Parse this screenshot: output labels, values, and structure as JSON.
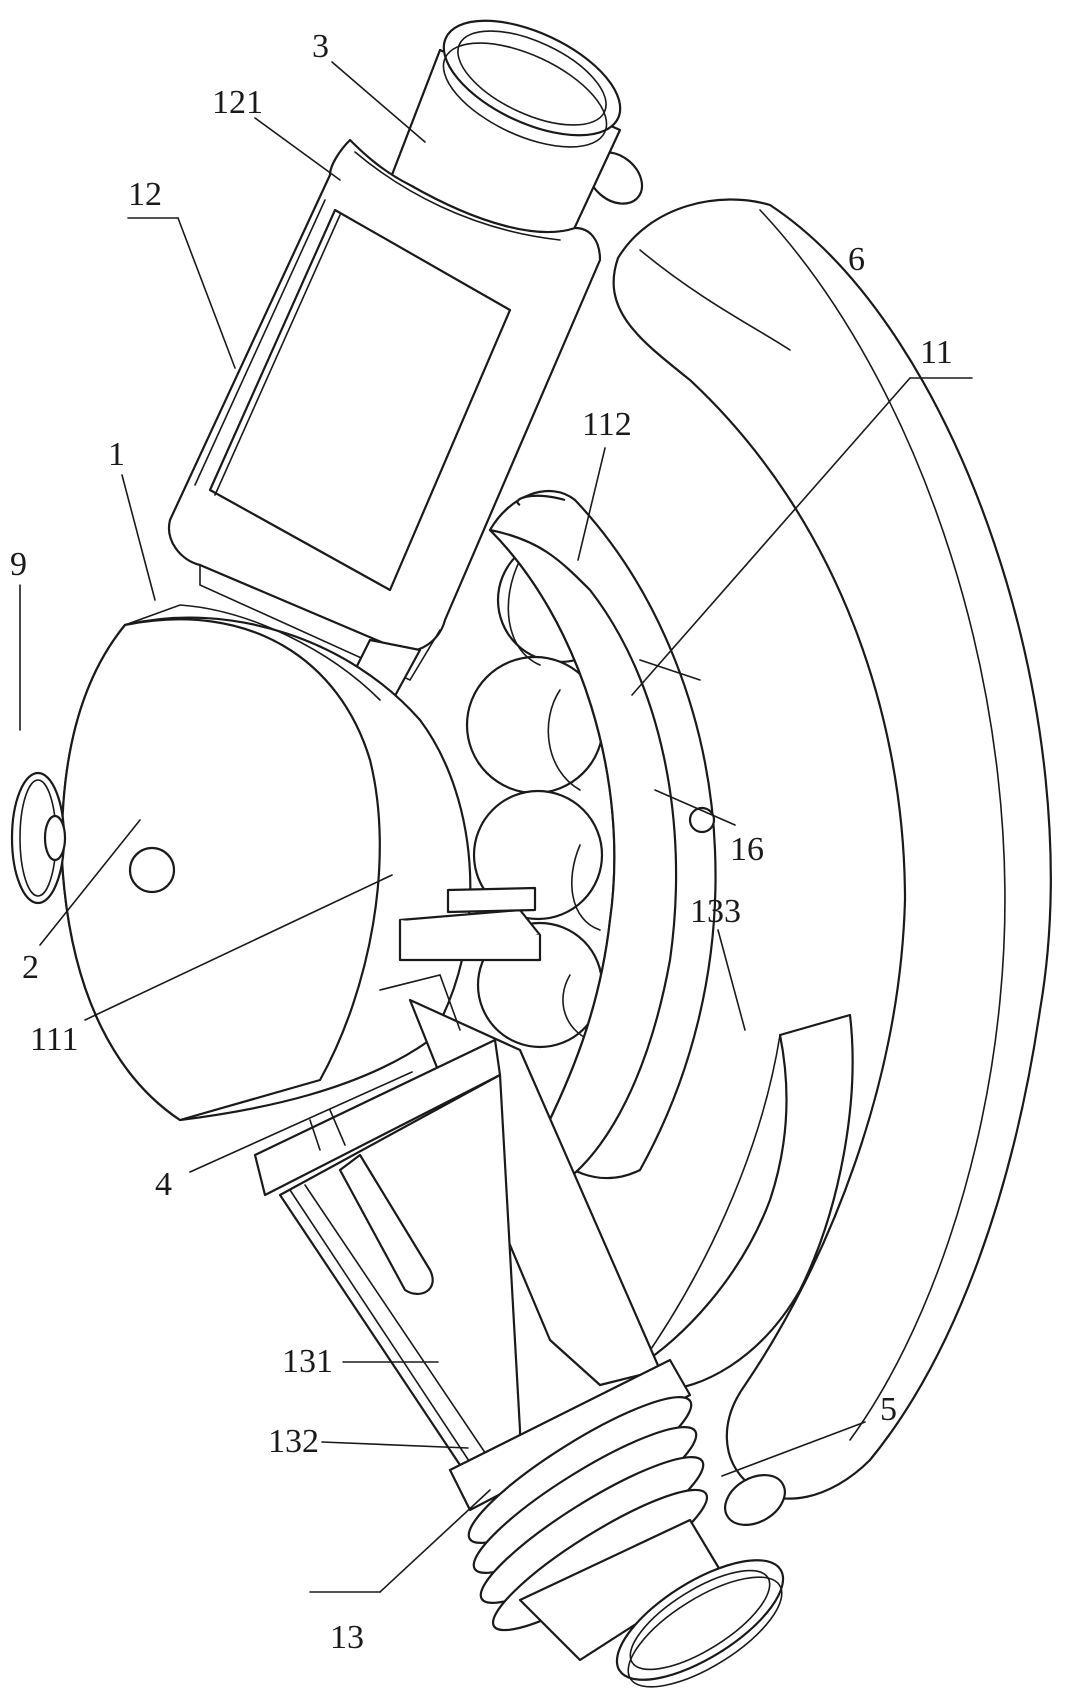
{
  "labels": {
    "l3": "3",
    "l121": "121",
    "l12": "12",
    "l6": "6",
    "l11": "11",
    "l112": "112",
    "l1": "1",
    "l9": "9",
    "l16": "16",
    "l133": "133",
    "l2": "2",
    "l111": "111",
    "l4": "4",
    "l131": "131",
    "l132": "132",
    "l5": "5",
    "l13": "13"
  }
}
